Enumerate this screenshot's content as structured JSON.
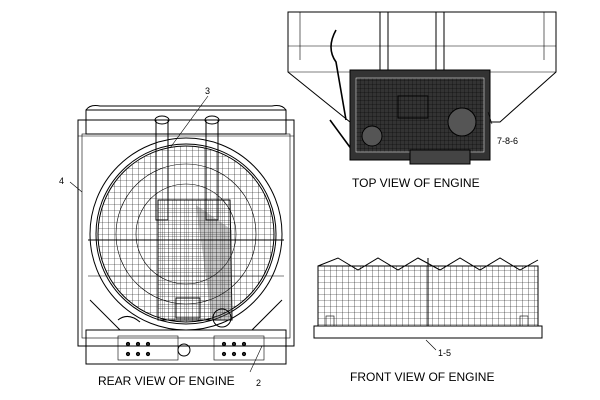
{
  "views": {
    "rear": {
      "caption": "REAR VIEW OF ENGINE"
    },
    "top": {
      "caption": "TOP VIEW OF ENGINE"
    },
    "front": {
      "caption": "FRONT VIEW OF ENGINE"
    }
  },
  "callouts": [
    "3",
    "4",
    "2",
    "7-8-6",
    "1-5"
  ]
}
